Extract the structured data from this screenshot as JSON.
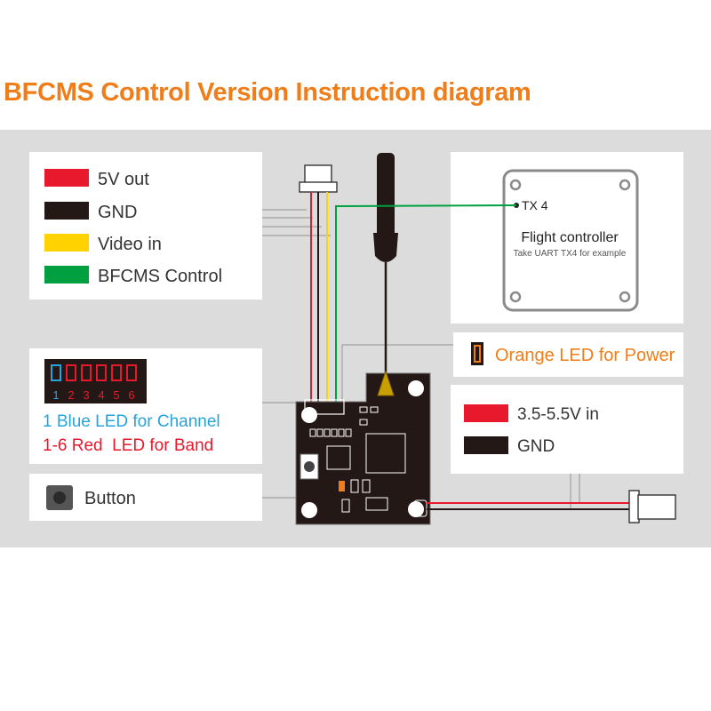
{
  "title": "BFCMS Control Version Instruction diagram",
  "wire_legend": [
    {
      "label": "5V out",
      "color": "#e8192c"
    },
    {
      "label": "GND",
      "color": "#231815"
    },
    {
      "label": "Video in",
      "color": "#ffd200"
    },
    {
      "label": "BFCMS Control",
      "color": "#00a040"
    }
  ],
  "led_panel": {
    "led_numbers": [
      "1",
      "2",
      "3",
      "4",
      "5",
      "6"
    ],
    "blue_label": "1 Blue LED for Channel",
    "red_label": "1-6 Red  LED for Band",
    "blue_color": "#29a3db",
    "red_color": "#e8192c"
  },
  "button_label": "Button",
  "flight_controller": {
    "pin_label": "TX 4",
    "title": "Flight controller",
    "subtitle": "Take UART TX4 for example"
  },
  "power_led_label": "Orange LED for Power",
  "power_led_color": "#ef7d1a",
  "power_legend": [
    {
      "label": "3.5-5.5V in",
      "color": "#e8192c"
    },
    {
      "label": "GND",
      "color": "#231815"
    }
  ]
}
